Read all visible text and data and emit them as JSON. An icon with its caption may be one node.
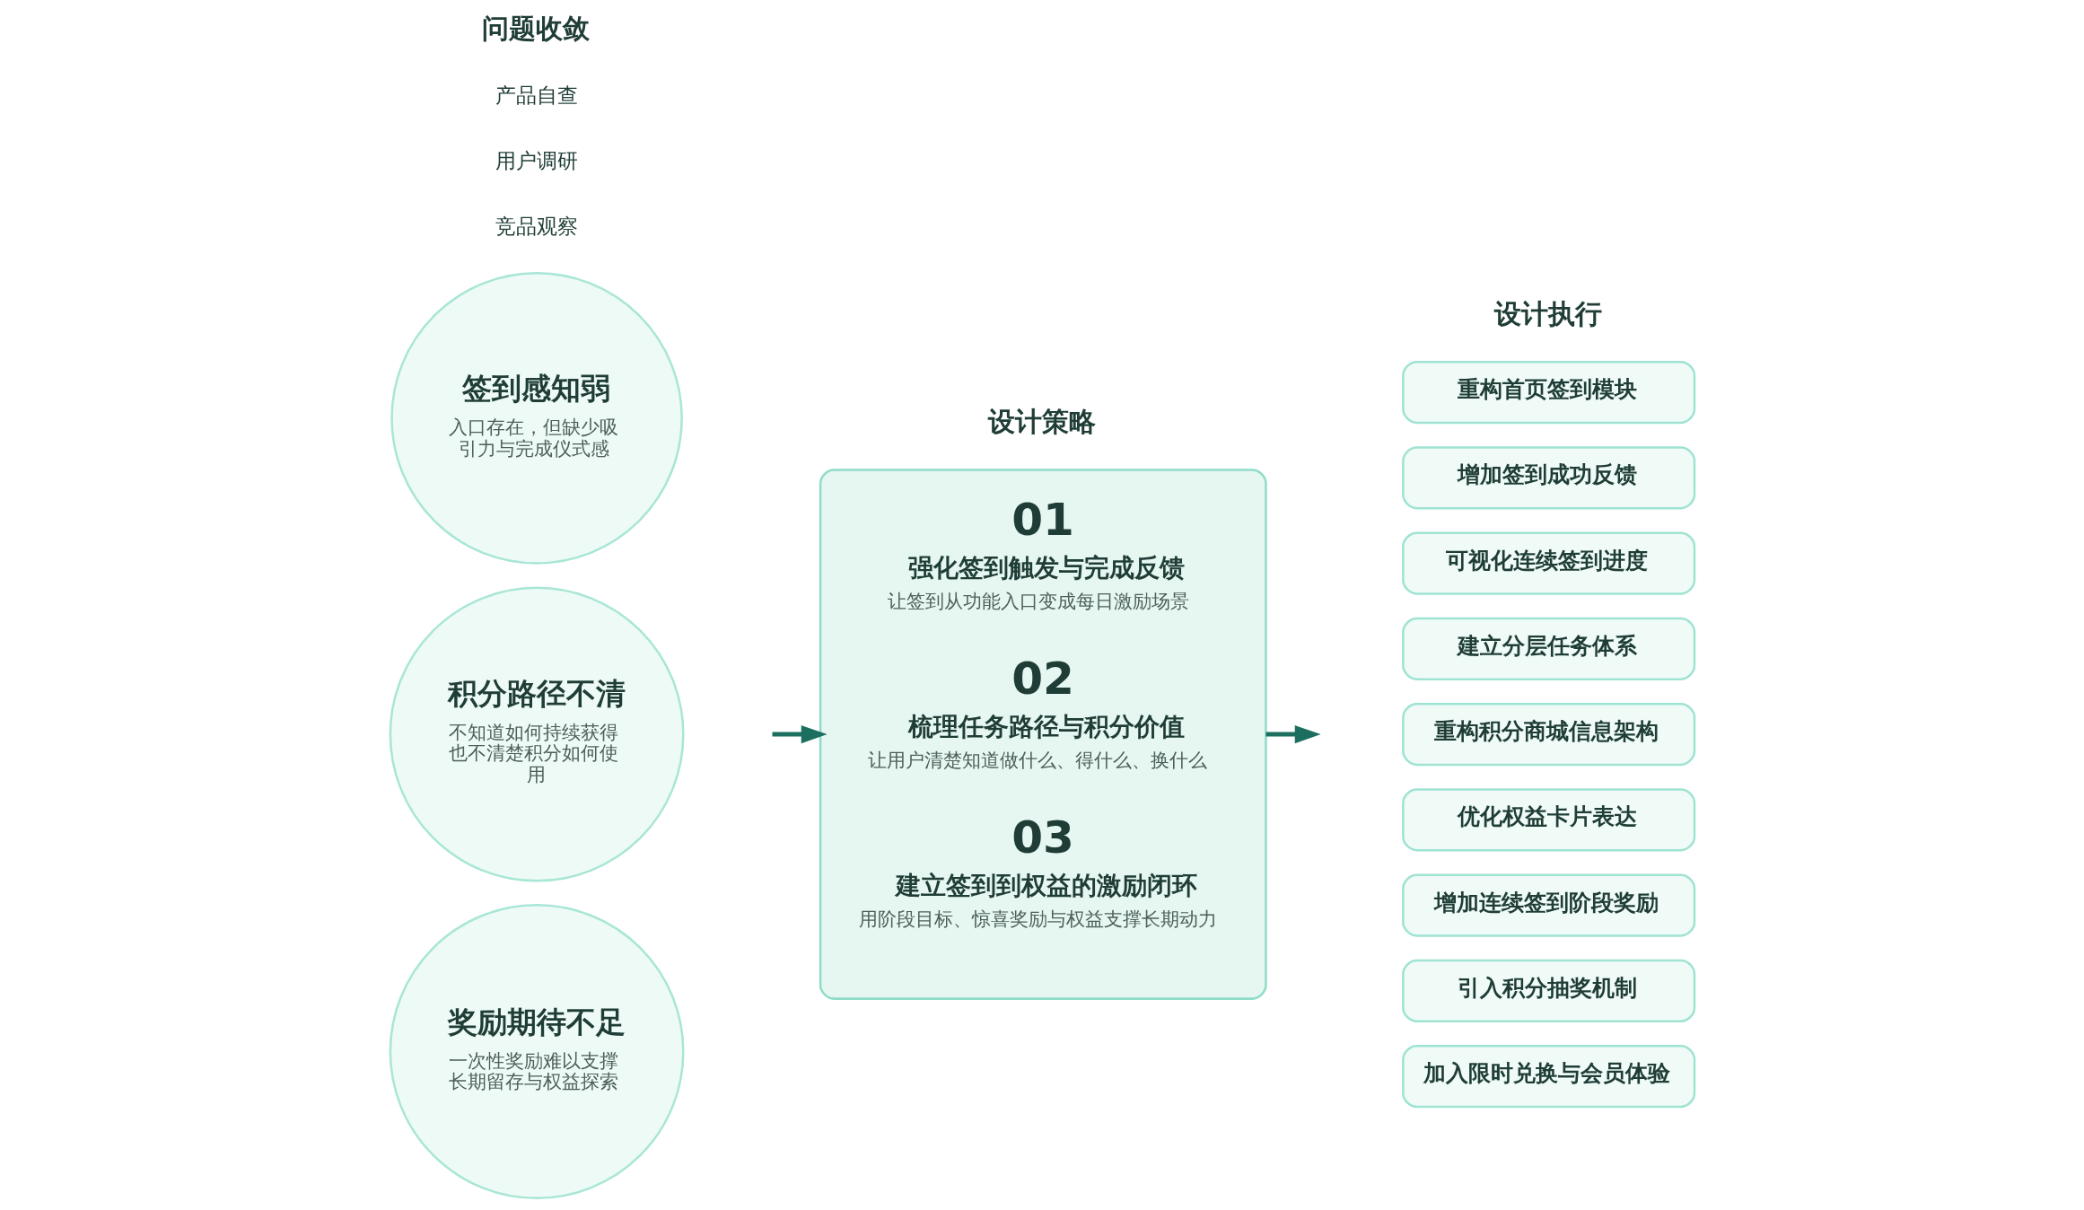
{
  "diagram": {
    "nodes": [
      {
        "text": [
          "签到感知弱",
          "入口存在，但缺少吸引力与完成仪式感"
        ]
      },
      {
        "text": [
          "积分路径不清",
          "不知道如何持续获得也不清楚积分如何使用"
        ]
      },
      {
        "text": [
          "奖励期待不足",
          "一次性奖励难以支撑长期留存与权益探索"
        ]
      },
      {
        "text": [
          "01",
          "强化签到触发与完成反馈",
          "让签到从功能入口变成每日激励场景",
          "02",
          "梳理任务路径与积分价值",
          "让用户清楚知道做什么、得什么、换什么",
          "03",
          "建立签到到权益的激励闭环",
          "用阶段目标、惊喜奖励与权益支撑长期动力"
        ]
      },
      {
        "text": [
          "重构首页签到模块"
        ]
      },
      {
        "text": [
          "增加签到成功反馈"
        ]
      },
      {
        "text": [
          "可视化连续签到进度"
        ]
      },
      {
        "text": [
          "建立分层任务体系"
        ]
      },
      {
        "text": [
          "重构积分商城信息架构"
        ]
      },
      {
        "text": [
          "优化权益卡片表达"
        ]
      },
      {
        "text": [
          "增加连续签到阶段奖励"
        ]
      },
      {
        "text": [
          "引入积分抽奖机制"
        ]
      },
      {
        "text": [
          "加入限时兑换与会员体验"
        ]
      }
    ],
    "edges": [
      {
        "from": null,
        "to": 3,
        "arrow": "to"
      },
      {
        "from": 3,
        "to": null,
        "arrow": "to"
      }
    ],
    "labels": [
      "问题收敛",
      "产品自查",
      "用户调研",
      "竞品观察",
      "设计策略",
      "设计执行"
    ]
  }
}
